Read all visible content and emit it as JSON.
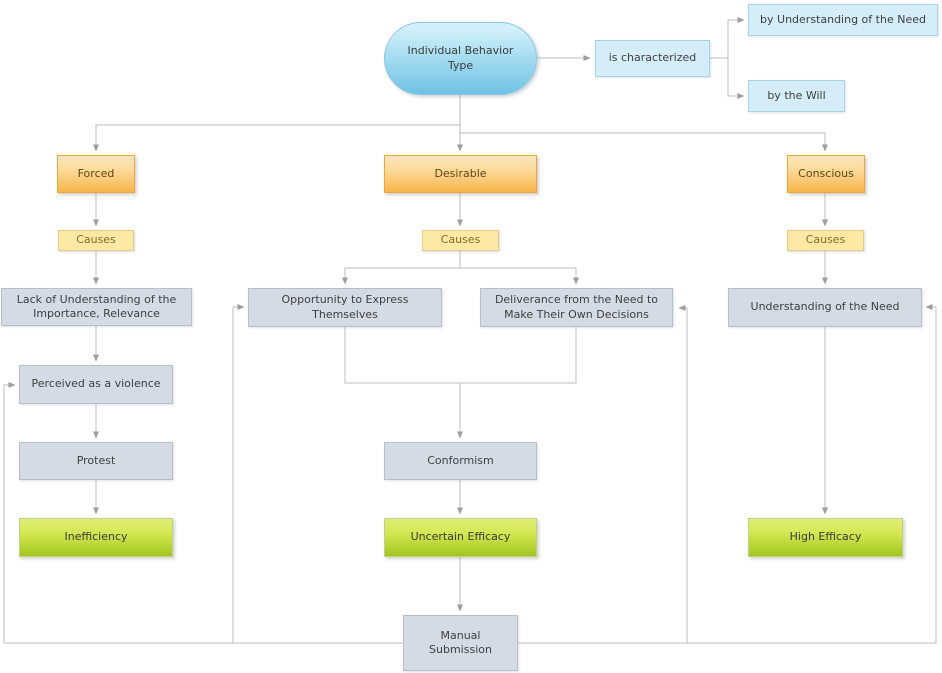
{
  "diagram_title": "Individual Behavior Type",
  "nodes": {
    "root": "Individual Behavior Type",
    "is_characterized": "is characterized",
    "by_need": "by Understanding of the Need",
    "by_will": "by the Will",
    "forced": "Forced",
    "desirable": "Desirable",
    "conscious": "Conscious",
    "causes_forced": "Causes",
    "causes_desirable": "Causes",
    "causes_conscious": "Causes",
    "lack_understanding": "Lack of Understanding of the Importance, Relevance",
    "opportunity": "Opportunity to Express Themselves",
    "deliverance": "Deliverance from the Need to Make Their Own Decisions",
    "understanding_need": "Understanding of the Need",
    "perceived_violence": "Perceived as a violence",
    "protest": "Protest",
    "conformism": "Conformism",
    "inefficiency": "Inefficiency",
    "uncertain_efficacy": "Uncertain Efficacy",
    "high_efficacy": "High Efficacy",
    "manual_submission": "Manual Submission"
  },
  "colors": {
    "connector": "#bdbdbd",
    "arrowhead": "#9e9e9e",
    "root_fill_top": "#cfeffa",
    "root_fill_bottom": "#6fc2e4",
    "info_fill": "#d5edf8",
    "category_fill_top": "#fde7bc",
    "category_fill_bottom": "#f7b54b",
    "causes_fill": "#fbe9a5",
    "state_fill": "#d5dbe4",
    "outcome_fill_top": "#e0ee75",
    "outcome_fill_bottom": "#a2c41e"
  }
}
